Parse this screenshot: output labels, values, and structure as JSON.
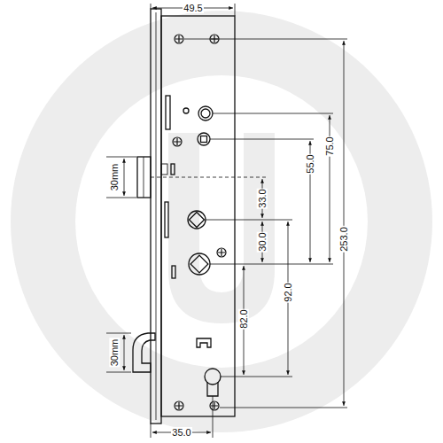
{
  "diagram": {
    "labels": [
      "49.5",
      "30mm",
      "75.0",
      "55.0",
      "253.0",
      "33.0",
      "30.0",
      "92.0",
      "82.0",
      "30mm",
      "35.0"
    ]
  }
}
